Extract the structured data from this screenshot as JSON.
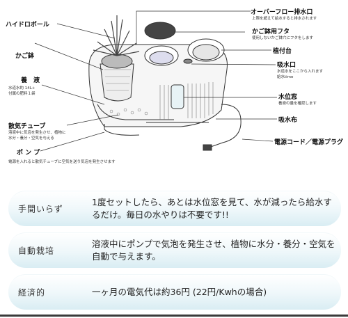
{
  "diagram": {
    "hydroball": "ハイドロボール",
    "pot": "かご鉢",
    "nutrient_title": "養　液",
    "nutrient_lines": [
      "水道水約 14L+",
      "付属の肥料１袋"
    ],
    "air_tube_title": "散気チューブ",
    "air_tube_lines": [
      "溶液中に気泡を発生させ、植物に",
      "水分・養分・空気を与える"
    ],
    "pump_title": "ポ ン プ",
    "pump_line": "電源を入れると散気チューブに空気を送り気泡を発生させます",
    "overflow_title": "オーバーフロー排水口",
    "overflow_line": "上限を超えて給水すると排水されます",
    "cover_title": "かご鉢用フタ",
    "cover_line": "使用しないかご鉢穴にフタをします",
    "stand": "植付台",
    "inlet_title": "吸水口",
    "inlet_lines": [
      "水道水をここから入れます",
      "給水time"
    ],
    "window_title": "水位窓",
    "window_line": "養液の量を確認します",
    "cloth": "吸水布",
    "cord": "電源コード／電源プラグ"
  },
  "features": [
    {
      "title": "手間いらず",
      "text": "1度セットしたら、あとは水位窓を見て、水が減ったら給水するだけ。毎日の水やりは不要です!!"
    },
    {
      "title": "自動栽培",
      "text": "溶液中にポンプで気泡を発生させ、植物に水分・養分・空気を自動で与えます。"
    },
    {
      "title": "経済的",
      "text": "一ヶ月の電気代は約36円 (22円/Kwhの場合)"
    }
  ]
}
